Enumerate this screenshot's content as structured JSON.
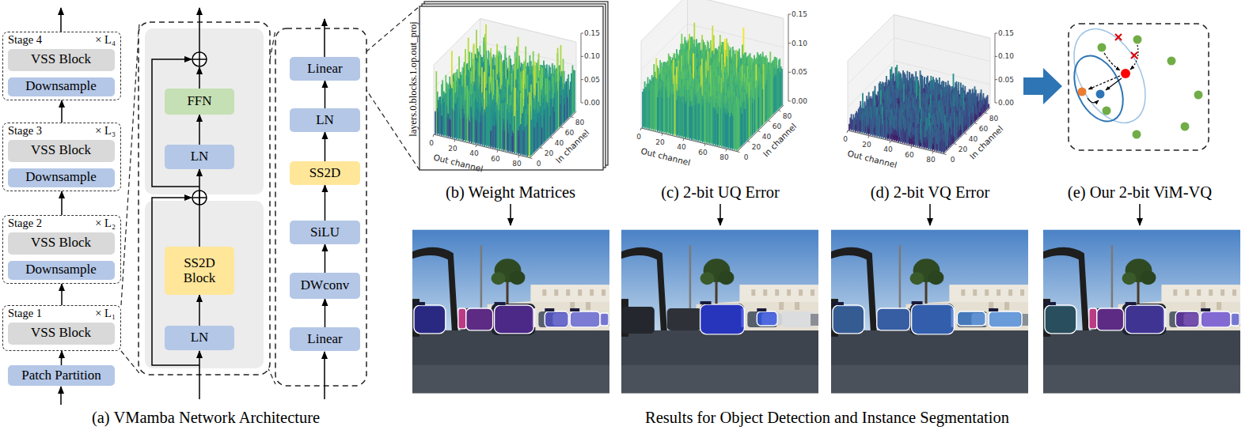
{
  "diagram": {
    "nodes": [
      {
        "text": [
          "Stage 4",
          "× L₄"
        ]
      },
      {
        "text": [
          "VSS Block"
        ],
        "in": 0
      },
      {
        "text": [
          "Downsample"
        ],
        "in": 0
      },
      {
        "text": [
          "Stage 3",
          "× L₃"
        ]
      },
      {
        "text": [
          "VSS Block"
        ],
        "in": 3
      },
      {
        "text": [
          "Downsample"
        ],
        "in": 3
      },
      {
        "text": [
          "Stage 2",
          "× L₂"
        ]
      },
      {
        "text": [
          "VSS Block"
        ],
        "in": 6
      },
      {
        "text": [
          "Downsample"
        ],
        "in": 6
      },
      {
        "text": [
          "Stage 1",
          "× L₁"
        ]
      },
      {
        "text": [
          "VSS Block"
        ],
        "in": 9
      },
      {
        "text": [
          "Patch Partition"
        ]
      },
      {
        "text": [
          "LN"
        ]
      },
      {
        "text": [
          "SS2D Block"
        ]
      },
      {
        "text": [
          "LN"
        ]
      },
      {
        "text": [
          "FFN"
        ]
      },
      {
        "text": [
          "Linear"
        ]
      },
      {
        "text": [
          "DWconv"
        ]
      },
      {
        "text": [
          "SiLU"
        ]
      },
      {
        "text": [
          "SS2D"
        ]
      },
      {
        "text": [
          "LN"
        ]
      },
      {
        "text": [
          "Linear"
        ]
      }
    ],
    "edges": [
      {
        "from": 11,
        "to": 9,
        "arrow": "to"
      },
      {
        "from": 9,
        "to": 6,
        "arrow": "to"
      },
      {
        "from": 6,
        "to": 3,
        "arrow": "to"
      },
      {
        "from": 3,
        "to": 0,
        "arrow": "to"
      },
      {
        "from": 12,
        "to": 13,
        "arrow": "to"
      },
      {
        "from": 13,
        "to": 14,
        "arrow": "to"
      },
      {
        "from": 14,
        "to": 15,
        "arrow": "to"
      },
      {
        "from": 16,
        "to": 17,
        "arrow": "to"
      },
      {
        "from": 17,
        "to": 18,
        "arrow": "to"
      },
      {
        "from": 18,
        "to": 19,
        "arrow": "to"
      },
      {
        "from": 19,
        "to": 20,
        "arrow": "to"
      },
      {
        "from": 20,
        "to": 21,
        "arrow": "to"
      }
    ],
    "labels": [
      "(a) VMamba Network Architecture",
      "layers.0.blocks.1.op.out_proj",
      "0.15",
      "0.10",
      "0.05",
      "0.00",
      "0",
      "20",
      "40",
      "60",
      "80",
      "Out channel",
      "0",
      "20",
      "40",
      "60",
      "80",
      "In channel",
      "(b) Weight Matrices",
      "0.15",
      "0.10",
      "0.05",
      "0.00",
      "0",
      "20",
      "40",
      "60",
      "80",
      "Out channel",
      "0",
      "20",
      "40",
      "60",
      "80",
      "In channel",
      "(c) 2-bit UQ Error",
      "0.15",
      "0.10",
      "0.05",
      "0.00",
      "0",
      "20",
      "40",
      "60",
      "80",
      "Out channel",
      "0",
      "20",
      "40",
      "60",
      "80",
      "In channel",
      "(d) 2-bit VQ Error",
      "(e) Our 2-bit ViM-VQ",
      "Results for Object Detection and Instance Segmentation"
    ]
  }
}
